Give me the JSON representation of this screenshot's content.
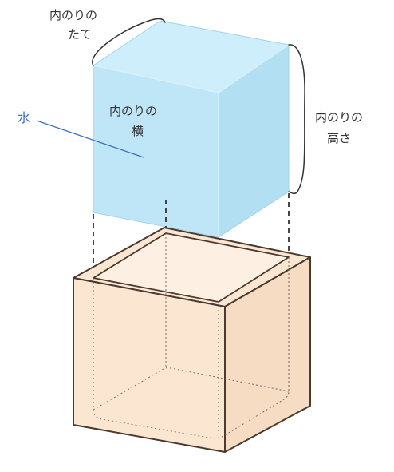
{
  "labels": {
    "depth_line1": "内のりの",
    "depth_line2": "たて",
    "width_line1": "内のりの",
    "width_line2": "横",
    "height_line1": "内のりの",
    "height_line2": "高さ",
    "water": "水"
  },
  "colors": {
    "water_fill": "#bfe6f7",
    "water_edge": "#9fd2ec",
    "box_fill": "#fbe6d2",
    "box_edge": "#4a3a30",
    "inner_dashed": "#7a6a60",
    "water_label": "#3b6fc4",
    "brace": "#333333"
  }
}
